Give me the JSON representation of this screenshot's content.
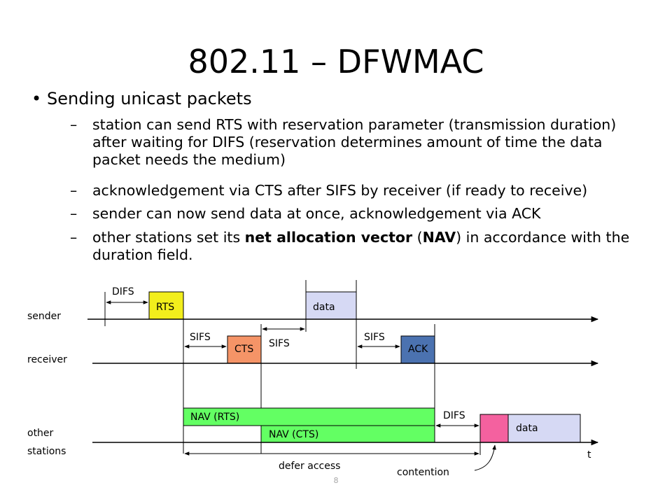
{
  "title": "802.11 – DFWMAC",
  "bullet": "Sending unicast packets",
  "bullet_marker": "•",
  "dash": "–",
  "subpoints": [
    "station can send RTS with reservation parameter (transmission duration) after waiting for DIFS (reservation determines amount of time the data packet needs the medium)",
    "acknowledgement via CTS after SIFS by receiver (if ready to receive)",
    "sender can now send data at once, acknowledgement via ACK"
  ],
  "subpoint_4": {
    "before": "other stations set its ",
    "bold1": "net allocation vector",
    "mid1": " (",
    "bold2": "NAV",
    "after": ") in accordance with the duration field."
  },
  "diagram": {
    "rows": [
      "sender",
      "receiver",
      "other",
      "stations"
    ],
    "blocks": {
      "rts": "RTS",
      "sender_data": "data",
      "cts": "CTS",
      "ack": "ACK",
      "other_data": "data"
    },
    "intervals": {
      "difs_1": "DIFS",
      "sifs_1": "SIFS",
      "sifs_2": "SIFS",
      "sifs_3": "SIFS",
      "difs_2": "DIFS"
    },
    "nav_rts": "NAV (RTS)",
    "nav_cts": "NAV (CTS)",
    "defer_access": "defer access",
    "contention": "contention",
    "time_axis": "t",
    "colors": {
      "rts": "#f2ee1c",
      "cts": "#f59467",
      "ack": "#4b72b0",
      "data": "#d6d9f4",
      "nav": "#63ff63",
      "contention": "#f4619f"
    }
  },
  "page_number": "8"
}
